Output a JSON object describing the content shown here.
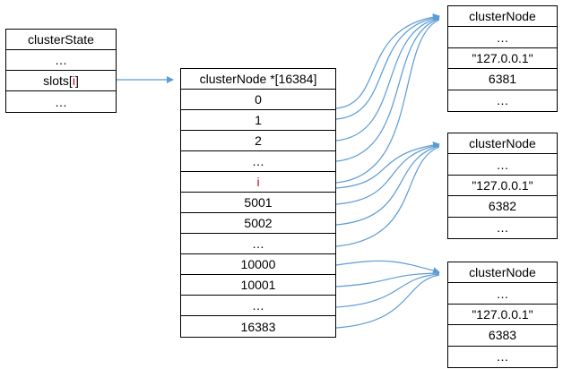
{
  "cluster_state": {
    "title": "clusterState",
    "row_ellipsis_1": "…",
    "slots_prefix": "slots[",
    "slots_index": "i",
    "slots_suffix": "]",
    "row_ellipsis_2": "…"
  },
  "slots_array": {
    "title": "clusterNode *[16384]",
    "rows": [
      "0",
      "1",
      "2",
      "…",
      "i",
      "5001",
      "5002",
      "…",
      "10000",
      "10001",
      "…",
      "16383"
    ]
  },
  "cluster_nodes": [
    {
      "title": "clusterNode",
      "ellipsis": "…",
      "ip": "\"127.0.0.1\"",
      "port": "6381",
      "ellipsis_end": "…"
    },
    {
      "title": "clusterNode",
      "ellipsis": "…",
      "ip": "\"127.0.0.1\"",
      "port": "6382",
      "ellipsis_end": "…"
    },
    {
      "title": "clusterNode",
      "ellipsis": "…",
      "ip": "\"127.0.0.1\"",
      "port": "6383",
      "ellipsis_end": "…"
    }
  ],
  "colors": {
    "arrow": "#5b9bd5",
    "highlight": "#d0021b",
    "border": "#000000"
  }
}
